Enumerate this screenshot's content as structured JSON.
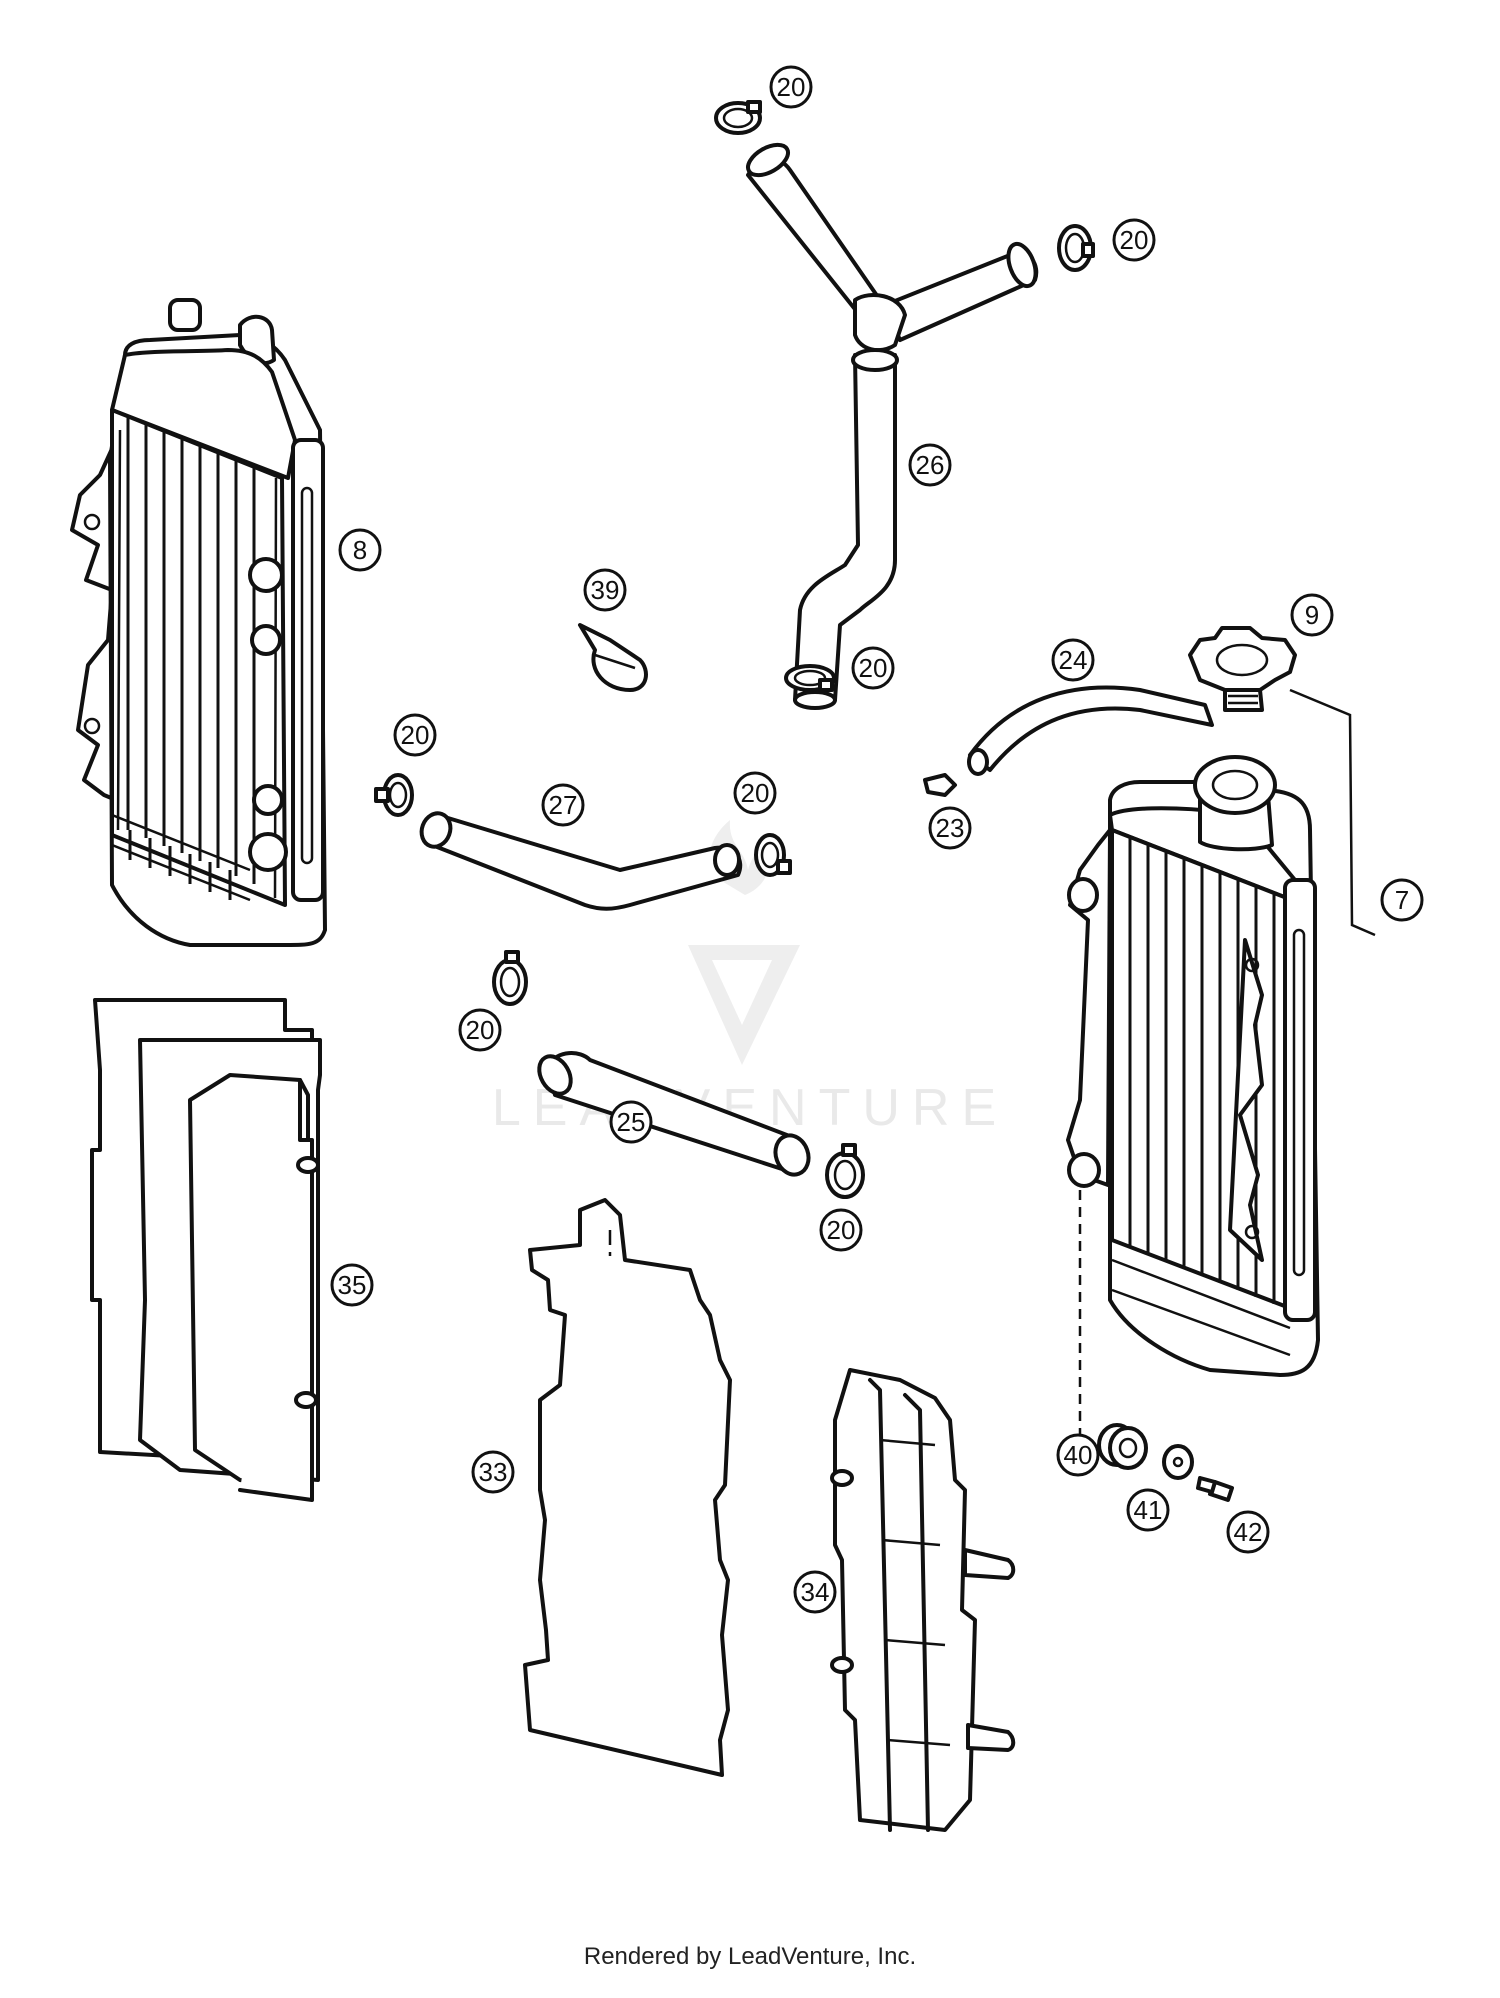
{
  "watermark": {
    "text": "LEADVENTURE"
  },
  "footer": {
    "credit": "Rendered by LeadVenture, Inc."
  },
  "callouts": {
    "c7": "7",
    "c8": "8",
    "c9": "9",
    "c20a": "20",
    "c20b": "20",
    "c20c": "20",
    "c20d": "20",
    "c20e": "20",
    "c20f": "20",
    "c20g": "20",
    "c23": "23",
    "c24": "24",
    "c25": "25",
    "c26": "26",
    "c27": "27",
    "c33": "33",
    "c34": "34",
    "c35": "35",
    "c39": "39",
    "c40": "40",
    "c41": "41",
    "c42": "42"
  }
}
